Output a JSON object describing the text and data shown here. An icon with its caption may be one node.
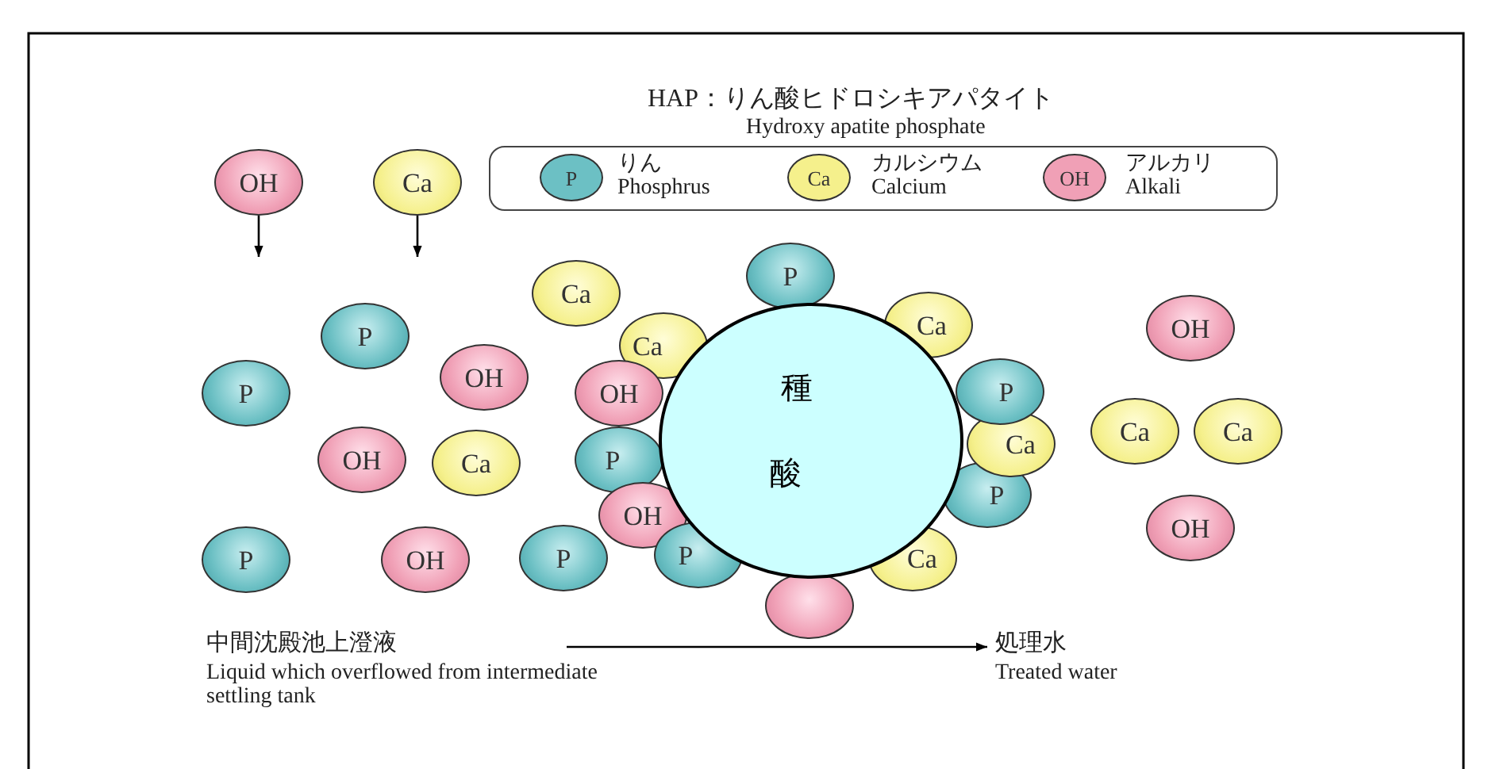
{
  "diagram": {
    "title": "HAP：りん酸ヒドロシキアパタイト",
    "nodes": [
      {
        "text": [
          "OH"
        ]
      },
      {
        "text": [
          "Ca"
        ]
      },
      {
        "text": [
          "Ca"
        ]
      },
      {
        "text": [
          "P"
        ]
      },
      {
        "text": [
          "Ca"
        ]
      },
      {
        "text": [
          "P"
        ]
      },
      {
        "text": [
          "OH"
        ]
      },
      {
        "text": [
          "Ca"
        ]
      },
      {
        "text": [
          "OH"
        ]
      },
      {
        "text": [
          "P"
        ]
      },
      {
        "text": [
          "OH"
        ]
      },
      {
        "text": [
          "P"
        ]
      },
      {
        "text": [
          "種",
          "酸"
        ]
      },
      {
        "text": [
          "Ca"
        ]
      },
      {
        "text": [
          "Ca"
        ]
      },
      {
        "text": [
          "Ca"
        ]
      },
      {
        "text": [
          "OH"
        ]
      },
      {
        "text": [
          "Ca"
        ]
      },
      {
        "text": [
          "P"
        ]
      },
      {
        "text": [
          "P"
        ]
      },
      {
        "text": [
          "OH"
        ]
      },
      {
        "text": [
          "OH"
        ]
      },
      {
        "text": [
          "P"
        ]
      },
      {
        "text": [
          "Ca"
        ]
      },
      {
        "text": [
          "P"
        ]
      },
      {
        "text": [
          "OH"
        ]
      },
      {
        "text": [
          "P"
        ]
      },
      {
        "text": [],
        "shape": "circle"
      },
      {
        "text": [
          "中間沈殿池上澄液",
          "Liquid which overflowed from intermediate settling tank"
        ]
      },
      {
        "text": [
          "処理水",
          "Treated water"
        ]
      }
    ],
    "edges": [
      {
        "from": 0,
        "to": null,
        "arrow": "to"
      },
      {
        "from": 1,
        "to": null,
        "arrow": "to"
      },
      {
        "from": 28,
        "to": 29,
        "arrow": "to"
      }
    ],
    "labels": [
      "Hydroxy apatite phosphate",
      "P",
      "Ca",
      "OH"
    ],
    "legend": [
      {
        "text": "りん Phosphrus",
        "color": "#6cc0c4"
      },
      {
        "text": "カルシウム Calcium",
        "color": "#f5f08c"
      },
      {
        "text": "アルカリ Alkali",
        "color": "#f0a0b6"
      }
    ]
  }
}
